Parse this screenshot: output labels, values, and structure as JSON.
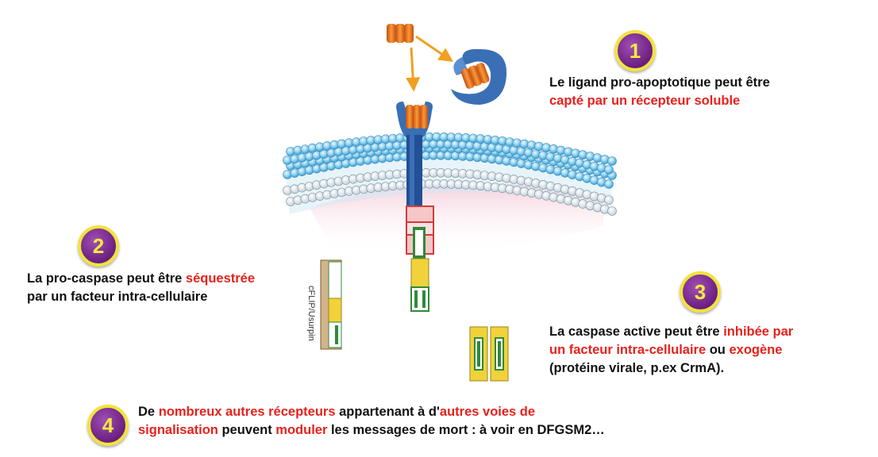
{
  "markers": [
    "1",
    "2",
    "3",
    "4"
  ],
  "note1": {
    "line1": "Le ligand pro-apoptotique peut être",
    "line2": "capté par un récepteur soluble"
  },
  "note2": {
    "pre": "La pro-caspase peut être ",
    "hl": "séquestrée",
    "line2": "par un facteur intra-cellulaire"
  },
  "note3": {
    "pre": "La caspase active peut être ",
    "hl1": "inhibée par",
    "hl2": "un facteur intra-cellulaire",
    "mid": " ou ",
    "hl3": "exogène",
    "line3": "(protéine virale, p.ex CrmA)."
  },
  "note4": {
    "p1": "De ",
    "h1": "nombreux autres récepteurs",
    "p2": " appartenant à d'",
    "h2": "autres voies de",
    "h3": "signalisation",
    "p3": " peuvent ",
    "h4": "moduler",
    "p4": " les messages de mort : à voir en DFGSM2…"
  },
  "labels": {
    "cflip": "cFLIP/Usurpin"
  },
  "colors": {
    "ligand": "#e8731e",
    "receptor": "#3a6fb5",
    "text_highlight": "#e8211c",
    "badge": "#7a2a8e",
    "badge_ring": "#f2e33a"
  }
}
